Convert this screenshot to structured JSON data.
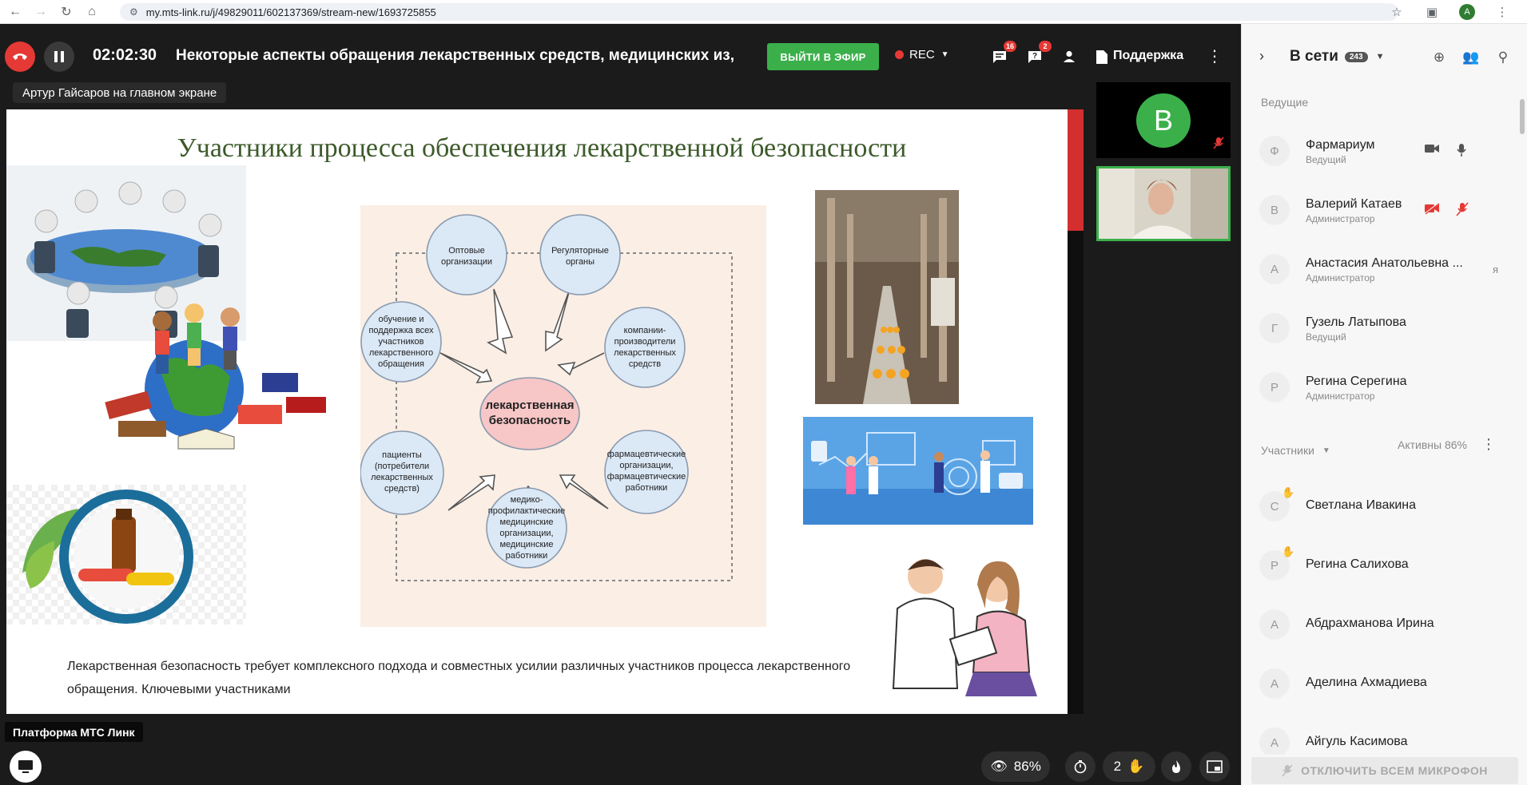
{
  "browser": {
    "url": "my.mts-link.ru/j/49829011/602137369/stream-new/1693725855",
    "profile_initial": "A"
  },
  "topbar": {
    "timer": "02:02:30",
    "event_title": "Некоторые аспекты обращения лекарственных средств, медицинских из,",
    "go_live_label": "ВЫЙТИ В ЭФИР",
    "rec_label": "REC",
    "chat_badge": "16",
    "questions_badge": "2",
    "support_label": "Поддержка"
  },
  "screen_owner": "Артур Гайсаров на главном экране",
  "slide": {
    "title": "Участники процесса обеспечения лекарственной безопасности",
    "caption": "Лекарственная безопасность требует комплексного подхода и совместных усилии различных участников процесса лекарственного обращения. Ключевыми участниками",
    "diagram": {
      "center": [
        "лекарственная",
        "безопасность"
      ],
      "nodes": [
        {
          "lines": [
            "Оптовые",
            "организации"
          ]
        },
        {
          "lines": [
            "Регуляторные",
            "органы"
          ]
        },
        {
          "lines": [
            "компании-",
            "производители",
            "лекарственных",
            "средств"
          ]
        },
        {
          "lines": [
            "фармацевтические",
            "организации,",
            "фармацевтические",
            "работники"
          ]
        },
        {
          "lines": [
            "медико-",
            "профилактические",
            "медицинские",
            "организации,",
            "медицинские",
            "работники"
          ]
        },
        {
          "lines": [
            "пациенты",
            "(потребители",
            "лекарственных",
            "средств)"
          ]
        },
        {
          "lines": [
            "обучение и",
            "поддержка всех",
            "участников",
            "лекарственного",
            "обращения"
          ]
        }
      ]
    }
  },
  "tiles": {
    "speaker_initial": "B"
  },
  "bottom": {
    "platform_label": "Платформа МТС Линк",
    "viewers_percent": "86%",
    "hands_count": "2"
  },
  "sidebar": {
    "title": "В сети",
    "online_count": "243",
    "hosts_label": "Ведущие",
    "hosts": [
      {
        "initial": "Ф",
        "name": "Фармариум",
        "role": "Ведущий",
        "cam": "on",
        "mic": "on"
      },
      {
        "initial": "В",
        "name": "Валерий Катаев",
        "role": "Администратор",
        "cam": "off",
        "mic": "off"
      },
      {
        "initial": "А",
        "name": "Анастасия Анатольевна ...",
        "role": "Администратор",
        "extra": "я"
      },
      {
        "initial": "Г",
        "name": "Гузель Латыпова",
        "role": "Ведущий"
      },
      {
        "initial": "Р",
        "name": "Регина Серегина",
        "role": "Администратор"
      }
    ],
    "participants_label": "Участники",
    "active_label": "Активны 86%",
    "participants": [
      {
        "initial": "С",
        "name": "Светлана Ивакина",
        "hand": true
      },
      {
        "initial": "Р",
        "name": "Регина Салихова",
        "hand": true
      },
      {
        "initial": "А",
        "name": "Абдрахманова Ирина",
        "hand": false
      },
      {
        "initial": "А",
        "name": "Аделина Ахмадиева",
        "hand": false
      },
      {
        "initial": "А",
        "name": "Айгуль Касимова",
        "hand": false
      }
    ],
    "mute_all_label": "ОТКЛЮЧИТЬ ВСЕМ МИКРОФОН"
  },
  "colors": {
    "accent_green": "#3bb04a",
    "danger_red": "#e53935",
    "title_green": "#3c5a2a"
  }
}
